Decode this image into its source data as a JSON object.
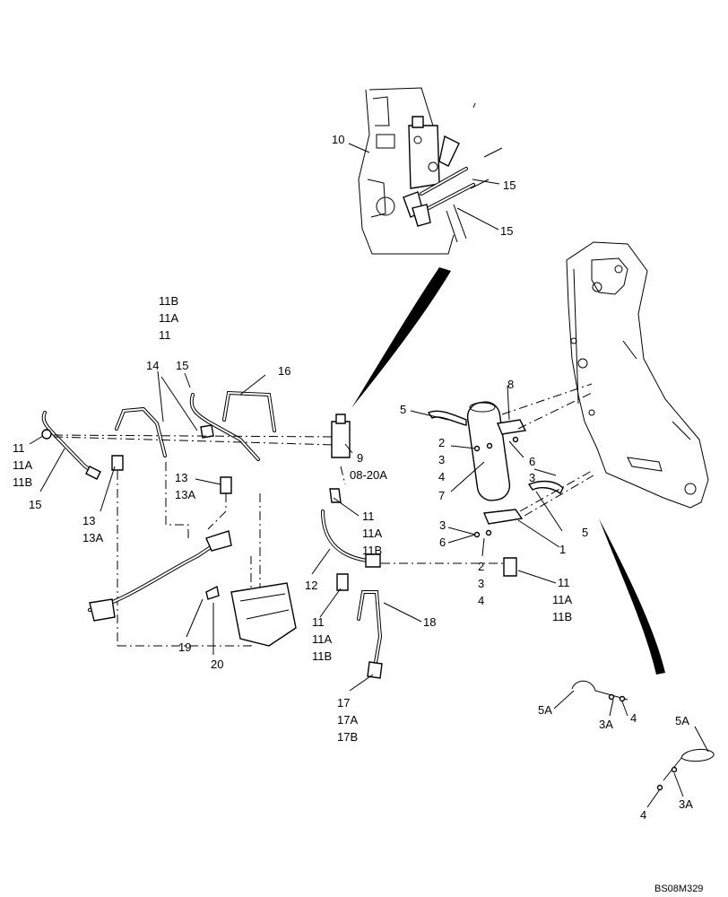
{
  "callouts": [
    {
      "id": "c10",
      "text": "10"
    },
    {
      "id": "c15a",
      "text": "15"
    },
    {
      "id": "c15b",
      "text": "15"
    },
    {
      "id": "c11B_top",
      "text": "11B"
    },
    {
      "id": "c11A_top",
      "text": "11A"
    },
    {
      "id": "c11_top",
      "text": "11"
    },
    {
      "id": "c14",
      "text": "14"
    },
    {
      "id": "c15c",
      "text": "15"
    },
    {
      "id": "c16",
      "text": "16"
    },
    {
      "id": "c11_left",
      "text": "11"
    },
    {
      "id": "c11A_left",
      "text": "11A"
    },
    {
      "id": "c11B_left",
      "text": "11B"
    },
    {
      "id": "c15_left",
      "text": "15"
    },
    {
      "id": "c13_mid",
      "text": "13"
    },
    {
      "id": "c13A_mid",
      "text": "13A"
    },
    {
      "id": "c13_low",
      "text": "13"
    },
    {
      "id": "c13A_low",
      "text": "13A"
    },
    {
      "id": "c9",
      "text": "9"
    },
    {
      "id": "c0820A",
      "text": "08-20A"
    },
    {
      "id": "c11_c",
      "text": "11"
    },
    {
      "id": "c11A_c",
      "text": "11A"
    },
    {
      "id": "c11B_c",
      "text": "11B"
    },
    {
      "id": "c12",
      "text": "12"
    },
    {
      "id": "c11_d",
      "text": "11"
    },
    {
      "id": "c11A_d",
      "text": "11A"
    },
    {
      "id": "c11B_d",
      "text": "11B"
    },
    {
      "id": "c18",
      "text": "18"
    },
    {
      "id": "c17",
      "text": "17"
    },
    {
      "id": "c17A",
      "text": "17A"
    },
    {
      "id": "c17B",
      "text": "17B"
    },
    {
      "id": "c19",
      "text": "19"
    },
    {
      "id": "c20",
      "text": "20"
    },
    {
      "id": "c5_top",
      "text": "5"
    },
    {
      "id": "c8",
      "text": "8"
    },
    {
      "id": "c2_a",
      "text": "2"
    },
    {
      "id": "c3_a",
      "text": "3"
    },
    {
      "id": "c4_a",
      "text": "4"
    },
    {
      "id": "c6_a",
      "text": "6"
    },
    {
      "id": "c3_b",
      "text": "3"
    },
    {
      "id": "c7",
      "text": "7"
    },
    {
      "id": "c3_c",
      "text": "3"
    },
    {
      "id": "c6_c",
      "text": "6"
    },
    {
      "id": "c1",
      "text": "1"
    },
    {
      "id": "c5_b",
      "text": "5"
    },
    {
      "id": "c2_d",
      "text": "2"
    },
    {
      "id": "c3_d",
      "text": "3"
    },
    {
      "id": "c4_d",
      "text": "4"
    },
    {
      "id": "c11_e",
      "text": "11"
    },
    {
      "id": "c11A_e",
      "text": "11A"
    },
    {
      "id": "c11B_e",
      "text": "11B"
    },
    {
      "id": "c5A_a",
      "text": "5A"
    },
    {
      "id": "c3A_a",
      "text": "3A"
    },
    {
      "id": "c4_e",
      "text": "4"
    },
    {
      "id": "c5A_b",
      "text": "5A"
    },
    {
      "id": "c4_f",
      "text": "4"
    },
    {
      "id": "c3A_b",
      "text": "3A"
    }
  ],
  "figure_code": "BS08M329"
}
